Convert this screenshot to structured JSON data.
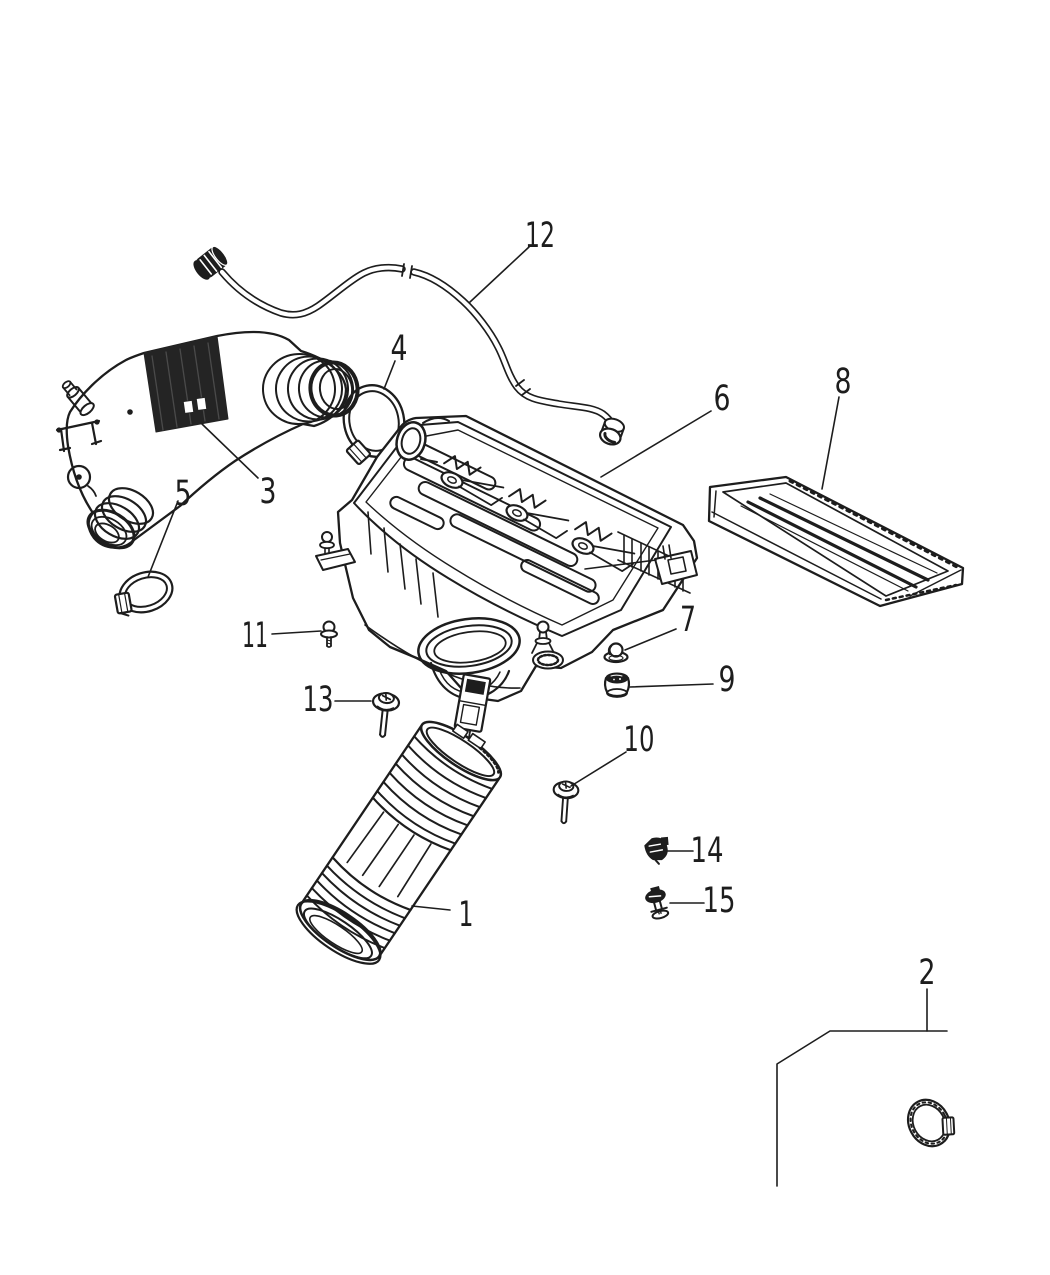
{
  "figure": {
    "background_color": "#ffffff",
    "line_color": "#1d1d1d"
  },
  "callouts": [
    {
      "label": "1"
    },
    {
      "label": "2"
    },
    {
      "label": "3"
    },
    {
      "label": "4"
    },
    {
      "label": "5"
    },
    {
      "label": "6"
    },
    {
      "label": "7"
    },
    {
      "label": "8"
    },
    {
      "label": "9"
    },
    {
      "label": "10"
    },
    {
      "label": "11"
    },
    {
      "label": "12"
    },
    {
      "label": "13"
    },
    {
      "label": "14"
    },
    {
      "label": "15"
    }
  ]
}
